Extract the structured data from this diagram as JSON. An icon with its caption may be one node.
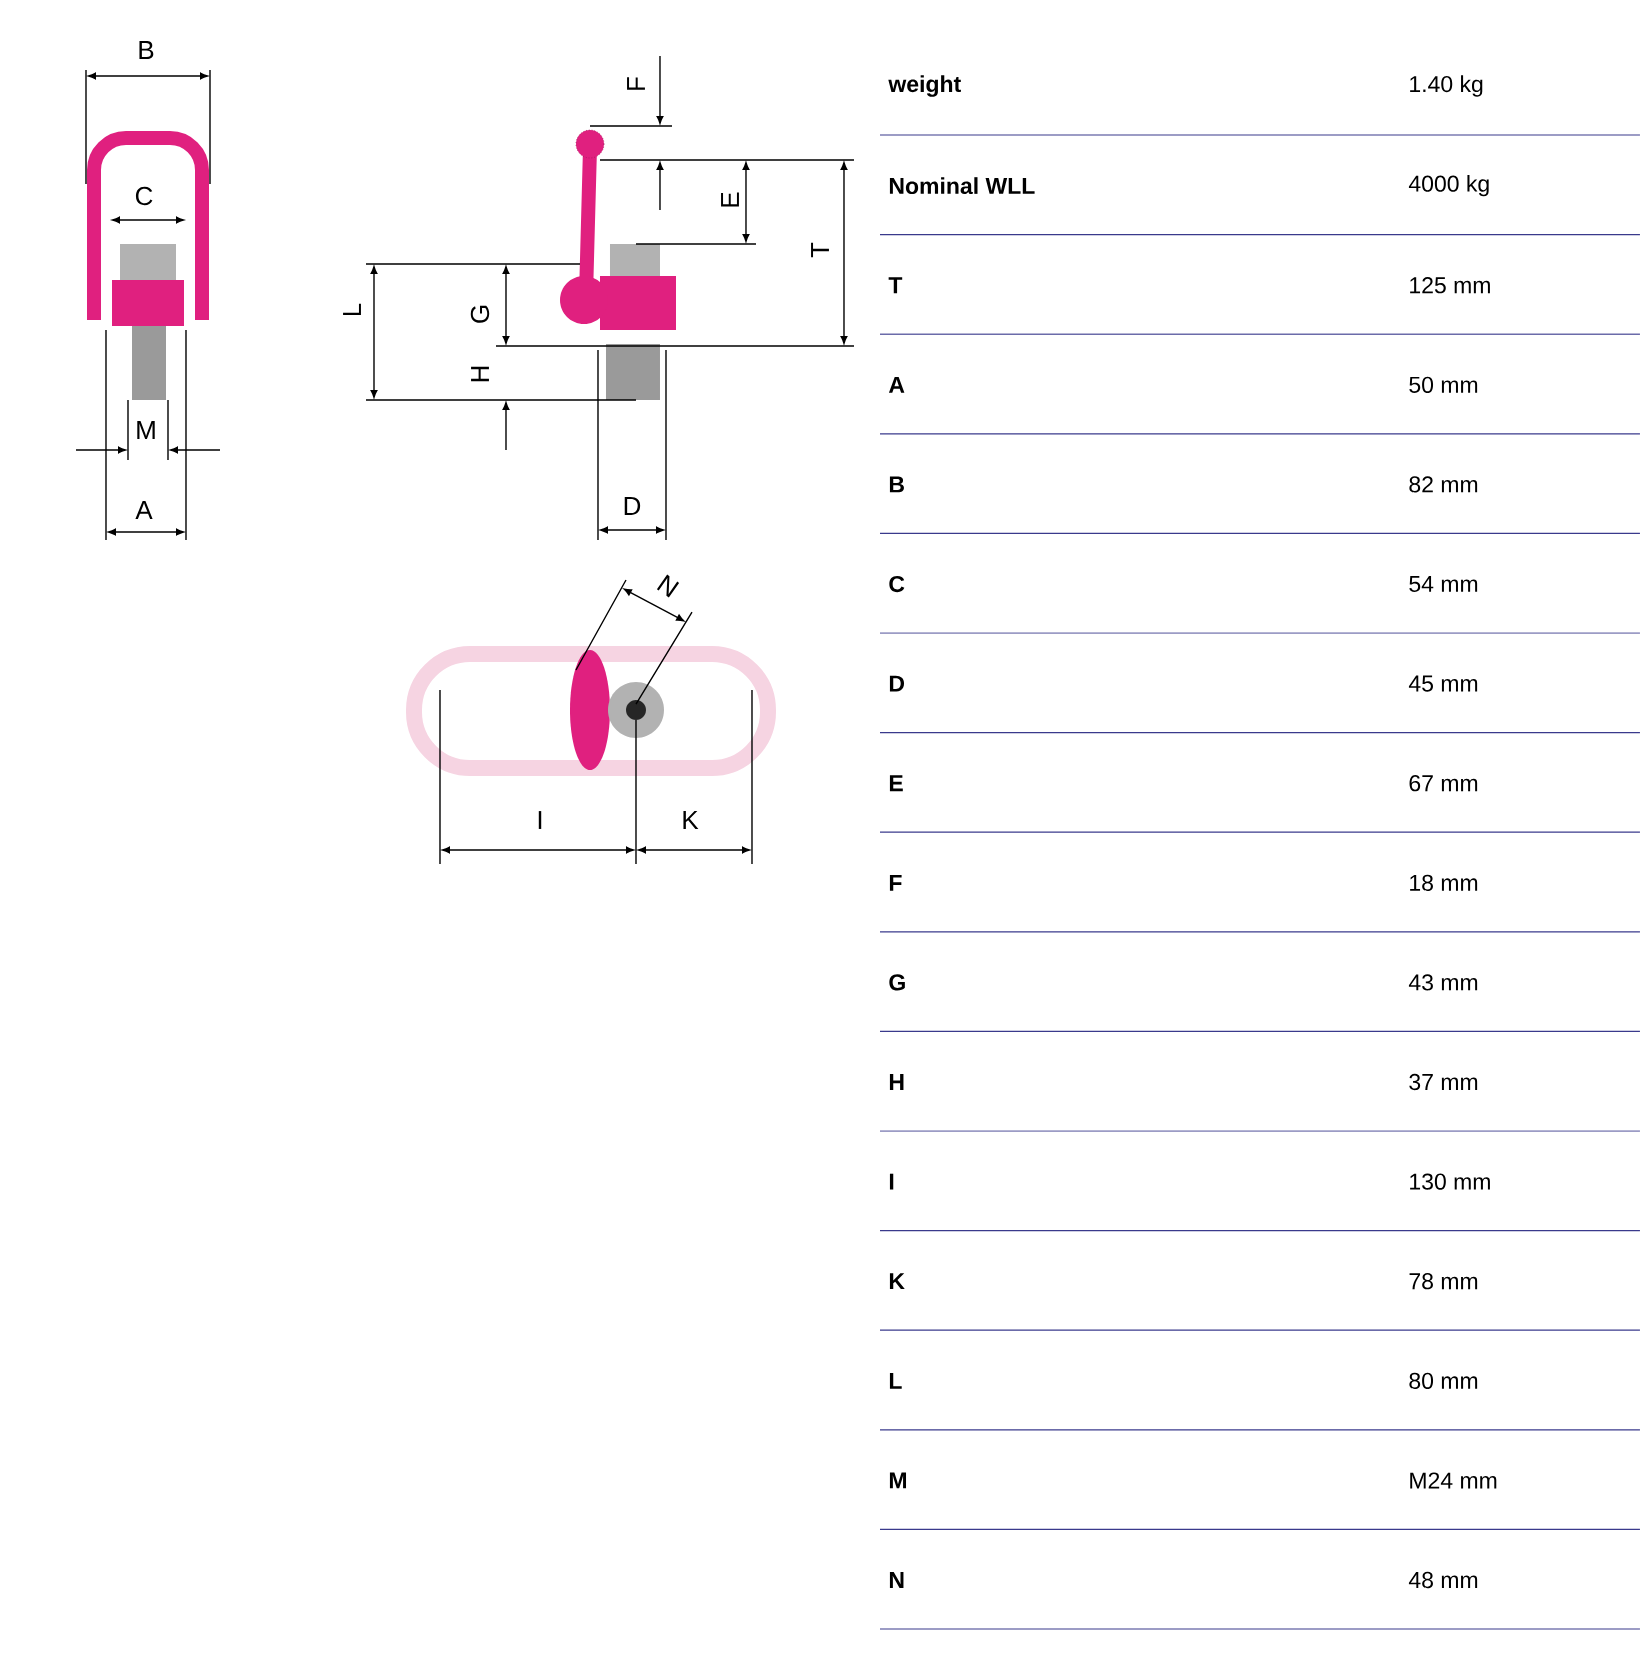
{
  "diagram": {
    "labels": [
      "B",
      "C",
      "M",
      "A",
      "F",
      "E",
      "T",
      "L",
      "G",
      "H",
      "D",
      "N",
      "I",
      "K",
      "weight",
      "1.40 kg",
      "Nominal WLL",
      "4000 kg",
      "T",
      "125 mm",
      "A",
      "50 mm",
      "B",
      "82 mm",
      "C",
      "54 mm",
      "D",
      "45 mm",
      "E",
      "67 mm",
      "F",
      "18 mm",
      "G",
      "43 mm",
      "H",
      "37 mm",
      "I",
      "130 mm",
      "K",
      "78 mm",
      "L",
      "80 mm",
      "M",
      "M24 mm",
      "N",
      "48 mm"
    ]
  }
}
